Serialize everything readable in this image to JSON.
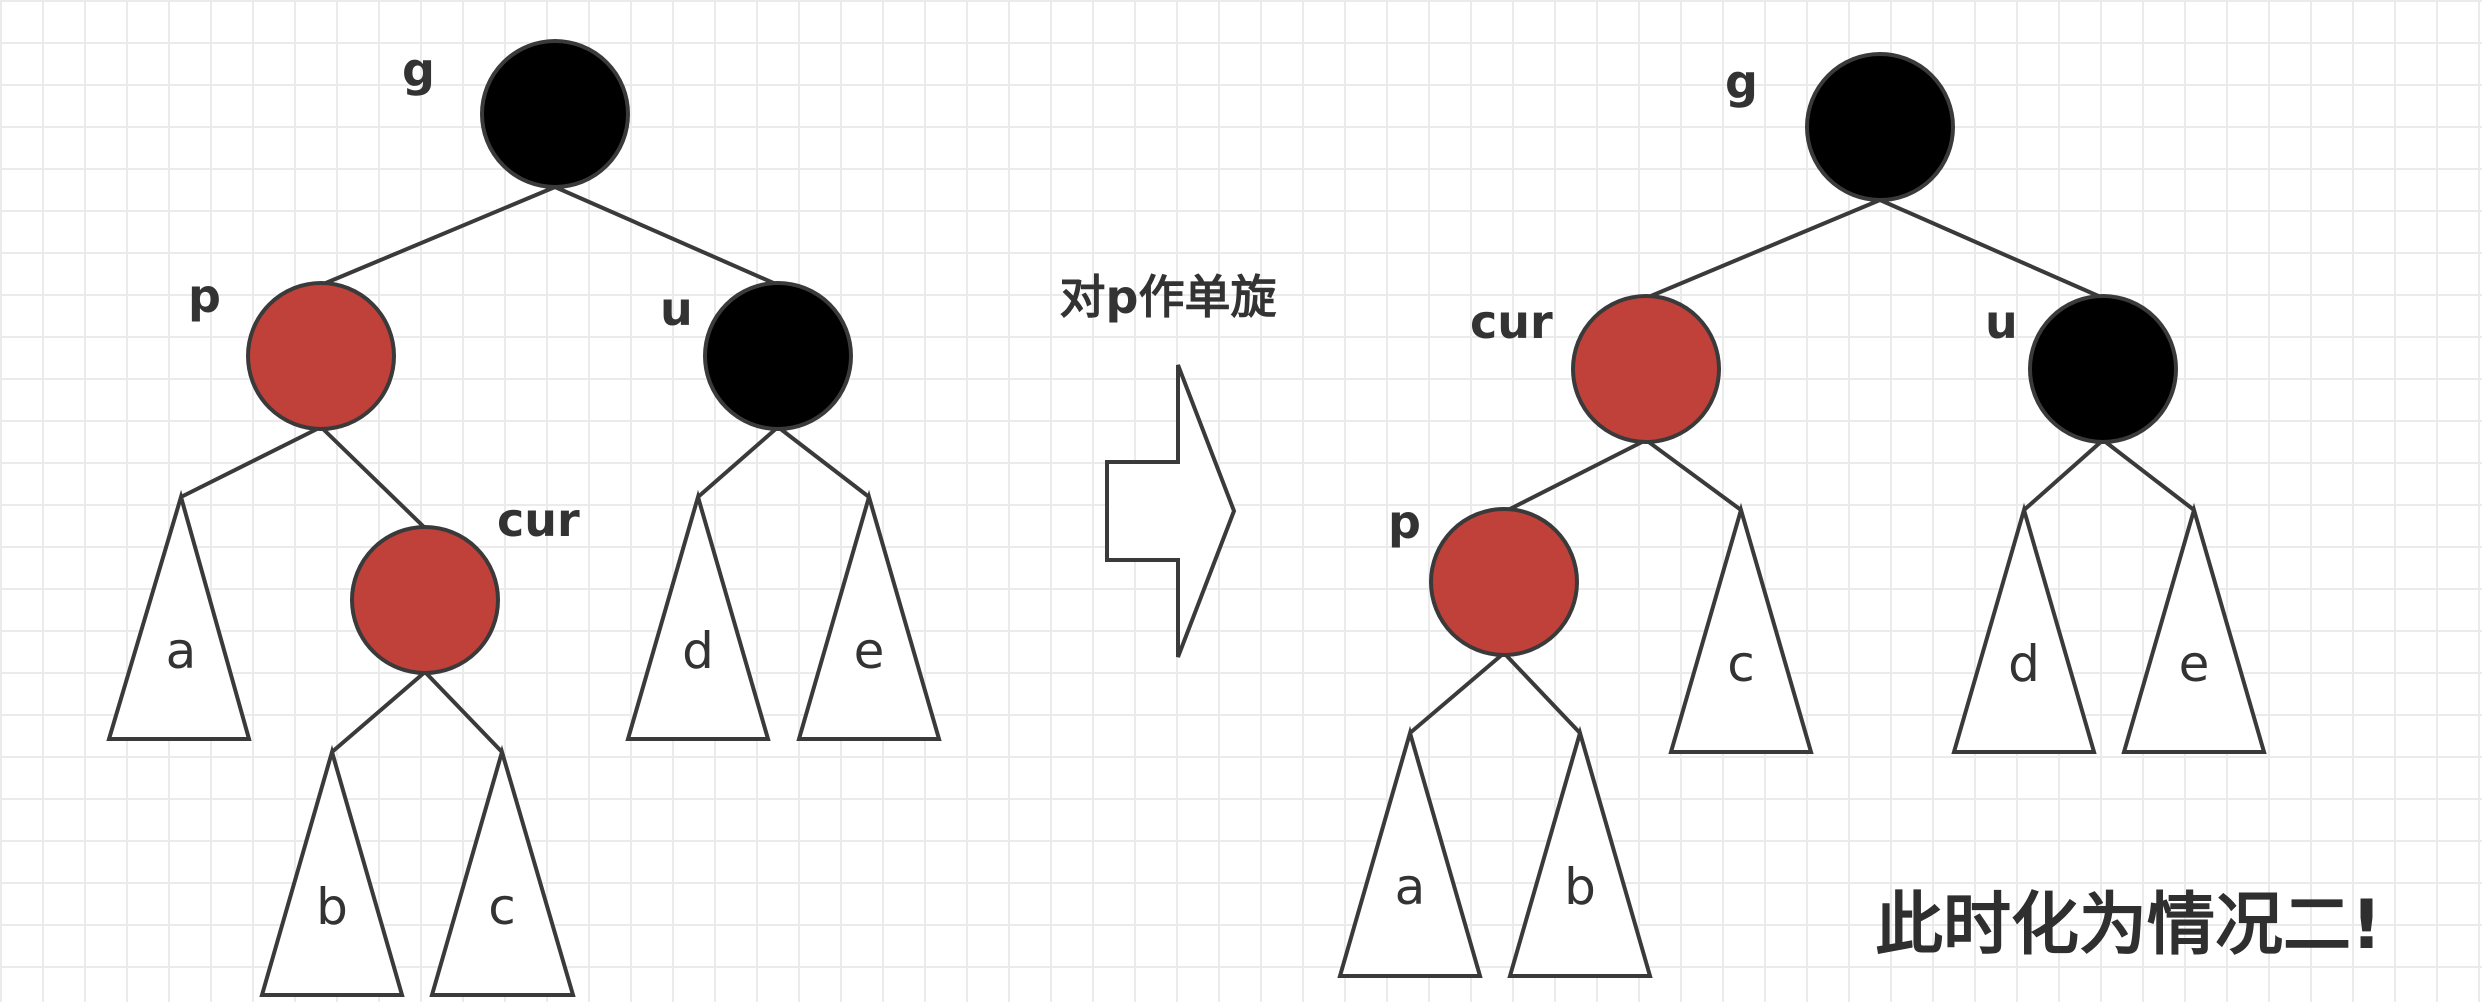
{
  "colors": {
    "red": "#c0403a",
    "black": "#000000",
    "line": "#3a3a3a"
  },
  "arrow_caption": "对p作单旋",
  "conclusion": "此时化为情况二!",
  "before": {
    "nodes": {
      "g": "g",
      "p": "p",
      "u": "u",
      "cur": "cur"
    },
    "subtrees": {
      "a": "a",
      "b": "b",
      "c": "c",
      "d": "d",
      "e": "e"
    }
  },
  "after": {
    "nodes": {
      "g": "g",
      "cur": "cur",
      "u": "u",
      "p": "p"
    },
    "subtrees": {
      "a": "a",
      "b": "b",
      "c": "c",
      "d": "d",
      "e": "e"
    }
  }
}
